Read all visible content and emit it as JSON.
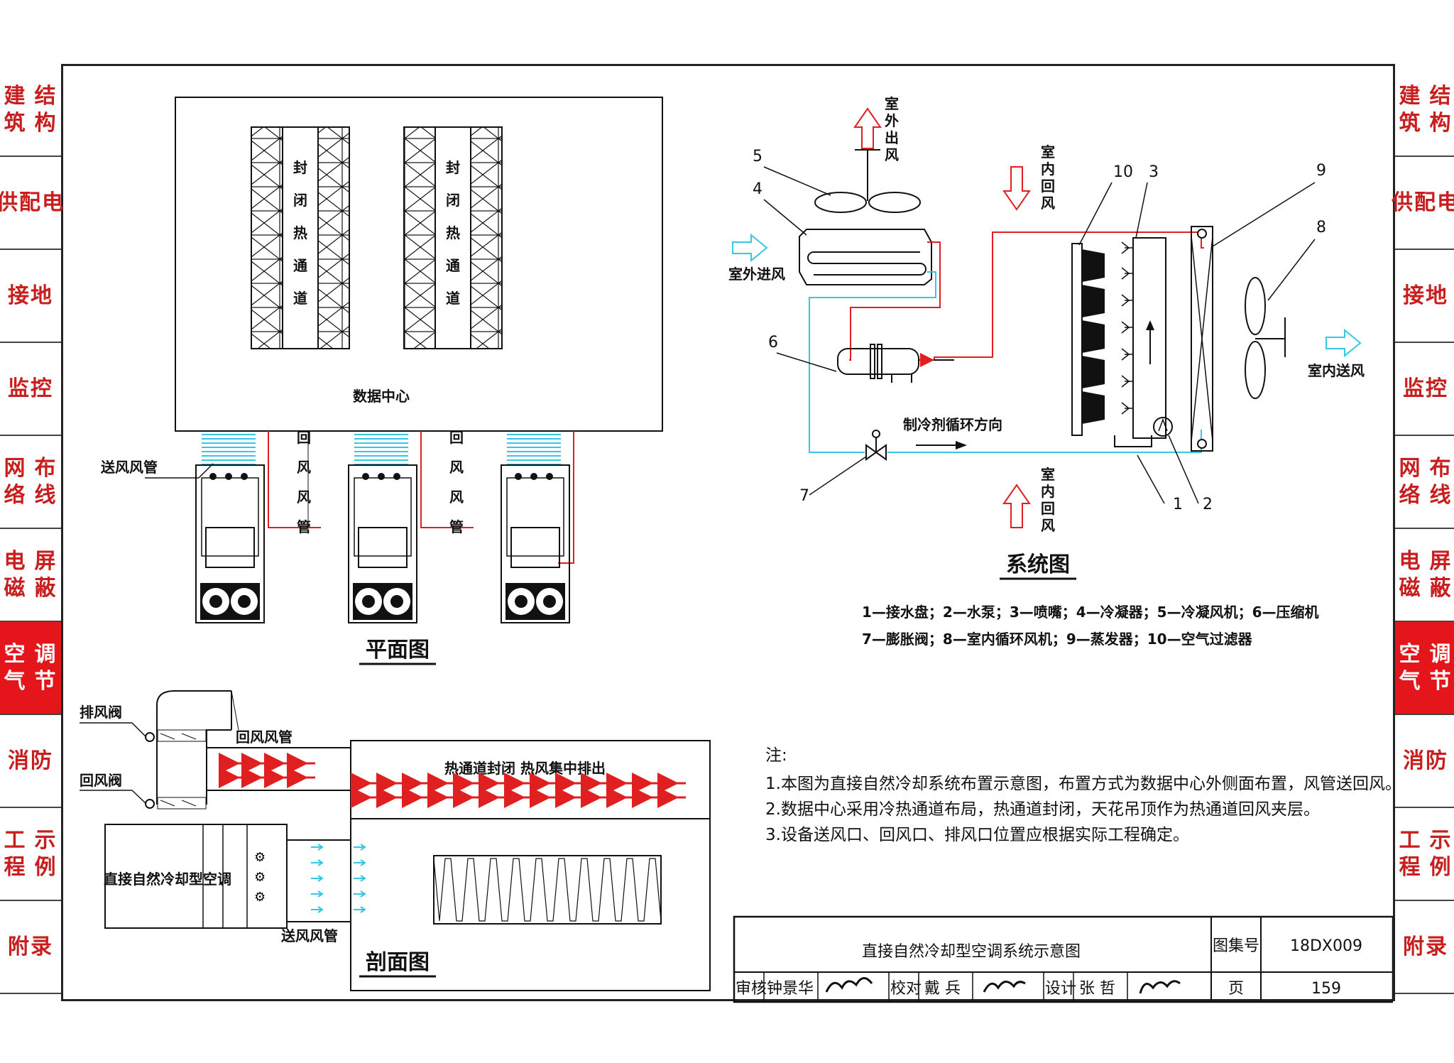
{
  "sidebar": {
    "items": [
      {
        "line1": "建筑",
        "line2": "结构"
      },
      {
        "line1": "供",
        "line2": "配",
        "line3": "电"
      },
      {
        "line1": "接",
        "line2": "地"
      },
      {
        "line1": "监",
        "line2": "控"
      },
      {
        "line1": "网络",
        "line2": "布线"
      },
      {
        "line1": "电磁",
        "line2": "屏蔽"
      },
      {
        "line1": "空气",
        "line2": "调节",
        "active": true
      },
      {
        "line1": "消",
        "line2": "防"
      },
      {
        "line1": "工程",
        "line2": "示例"
      },
      {
        "line1": "附",
        "line2": "录"
      }
    ]
  },
  "plan": {
    "hot_aisle_label": [
      "封",
      "闭",
      "热",
      "通",
      "道"
    ],
    "data_center": "数据中心",
    "supply_duct": "送风风管",
    "return_duct": [
      "回",
      "风",
      "风",
      "管"
    ],
    "caption": "平面图"
  },
  "section": {
    "exhaust_damper": "排风阀",
    "return_damper": "回风阀",
    "return_duct": "回风风管",
    "hot_aisle_note": "热通道封闭  热风集中排出",
    "unit": "直接自然冷却型空调",
    "supply_duct": "送风风管",
    "caption": "剖面图"
  },
  "system": {
    "outdoor_exhaust": [
      "室",
      "外",
      "出",
      "风"
    ],
    "indoor_return_top": [
      "室",
      "内",
      "回",
      "风"
    ],
    "indoor_return_bottom": [
      "室",
      "内",
      "回",
      "风"
    ],
    "outdoor_intake": "室外进风",
    "indoor_supply": "室内送风",
    "refrigerant_dir": "制冷剂循环方向",
    "numbers": [
      "1",
      "2",
      "3",
      "4",
      "5",
      "6",
      "7",
      "8",
      "9",
      "10"
    ],
    "caption": "系统图",
    "legend_line1": "1—接水盘；2—水泵；3—喷嘴；4—冷凝器；5—冷凝风机；6—压缩机",
    "legend_line2": "7—膨胀阀；8—室内循环风机；9—蒸发器；10—空气过滤器"
  },
  "notes": {
    "heading": "注:",
    "items": [
      "1.本图为直接自然冷却系统布置示意图，布置方式为数据中心外侧面布置，风管送回风。",
      "2.数据中心采用冷热通道布局，热通道封闭，天花吊顶作为热通道回风夹层。",
      "3.设备送风口、回风口、排风口位置应根据实际工程确定。"
    ]
  },
  "title_block": {
    "title": "直接自然冷却型空调系统示意图",
    "atlas_label": "图集号",
    "atlas_no": "18DX009",
    "review_label": "审核",
    "reviewer": "钟景华",
    "check_label": "校对",
    "checker": "戴 兵",
    "design_label": "设计",
    "designer": "张 哲",
    "page_label": "页",
    "page_no": "159"
  },
  "colors": {
    "accent_red": "#e4161b",
    "refrigerant_red": "#e02020",
    "cyan": "#35c8e0"
  }
}
